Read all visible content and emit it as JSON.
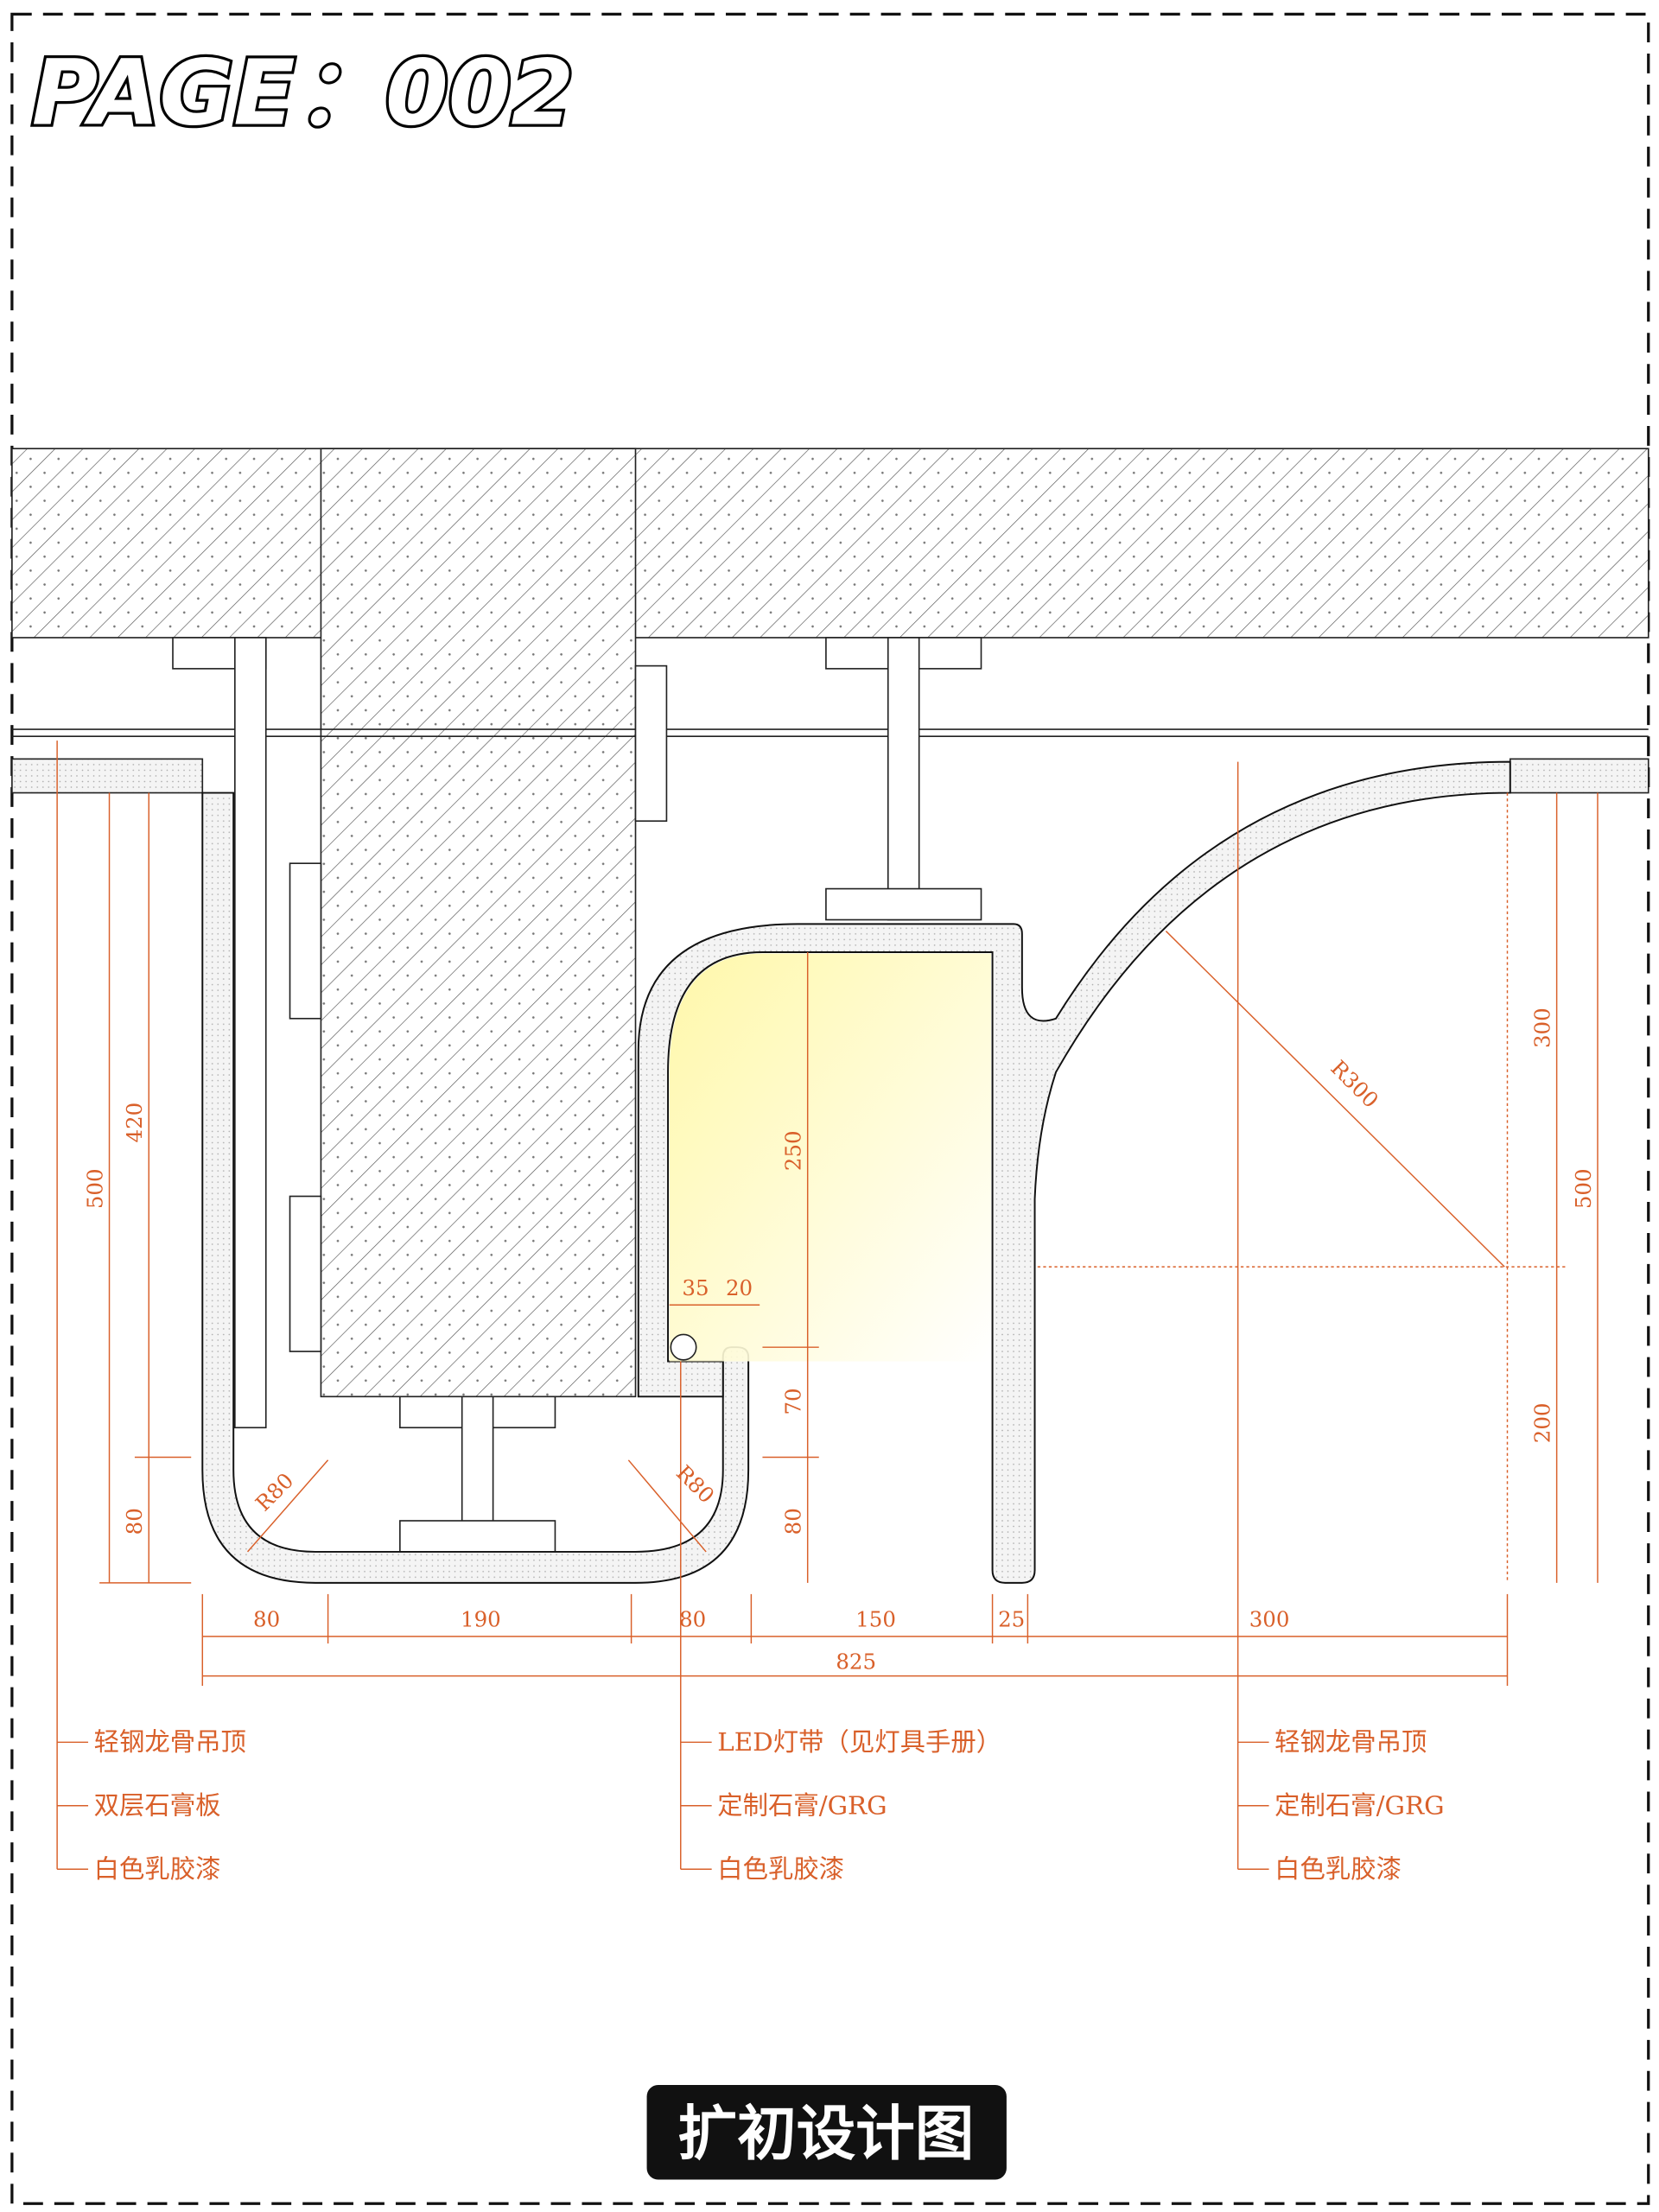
{
  "page_title": "PAGE：002",
  "badge": "扩初设计图",
  "dimensions": {
    "left_500": "500",
    "left_420": "420",
    "left_80": "80",
    "mid_250": "250",
    "mid_70": "70",
    "mid_80": "80",
    "right_300": "300",
    "right_500": "500",
    "right_200": "200",
    "radius_300": "R300",
    "radius_80_left": "R80",
    "radius_80_right": "R80",
    "led_35": "35",
    "led_20": "20",
    "h_80a": "80",
    "h_190": "190",
    "h_80b": "80",
    "h_150": "150",
    "h_25": "25",
    "h_300": "300",
    "total_825": "825"
  },
  "notes": {
    "left": [
      "轻钢龙骨吊顶",
      "双层石膏板",
      "白色乳胶漆"
    ],
    "middle": [
      "LED灯带（见灯具手册）",
      "定制石膏/GRG",
      "白色乳胶漆"
    ],
    "right": [
      "轻钢龙骨吊顶",
      "定制石膏/GRG",
      "白色乳胶漆"
    ]
  },
  "colors": {
    "annotation": "#d9602a",
    "led_glow": "#fffbb0",
    "badge_bg": "#111111"
  }
}
